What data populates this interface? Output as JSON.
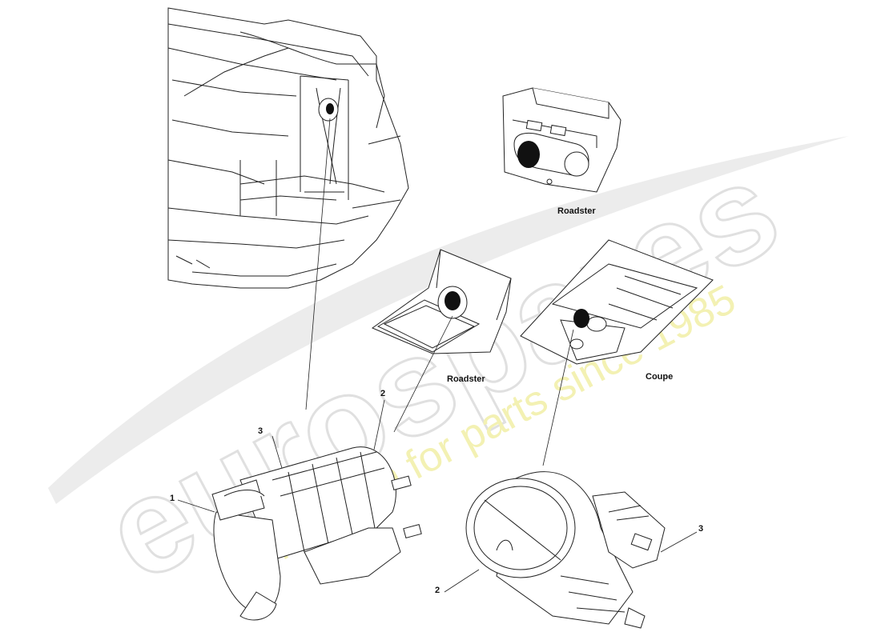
{
  "labels": {
    "roadster_top": "Roadster",
    "roadster_mid": "Roadster",
    "coupe": "Coupe",
    "callout_1": "1",
    "callout_2_left": "2",
    "callout_3_left": "3",
    "callout_2_right": "2",
    "callout_3_right": "3"
  },
  "watermark": {
    "brand": "eurospares",
    "tagline": "a passion for parts since 1985"
  },
  "colors": {
    "line": "#222222",
    "fill_dark": "#111111",
    "watermark_gray": "#e6e6e6",
    "watermark_yellow": "#f3f1b3"
  }
}
